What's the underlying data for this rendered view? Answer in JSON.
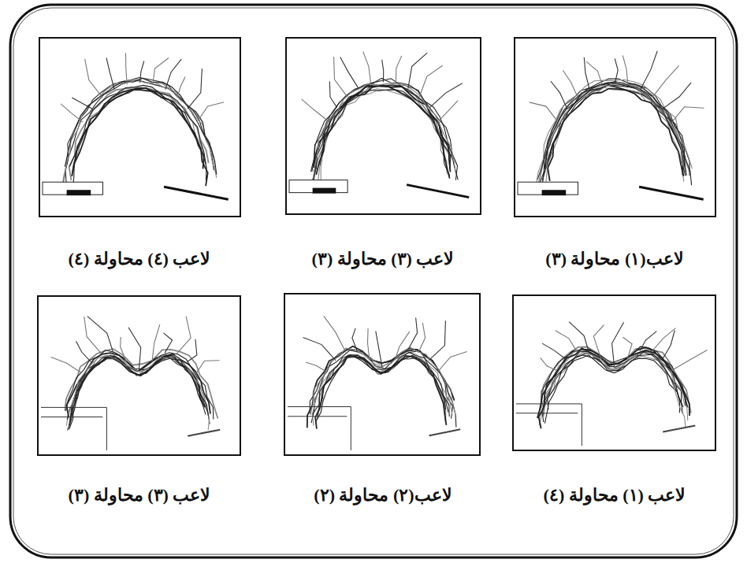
{
  "diagram": {
    "labels": [
      "لاعب(١) محاولة (٣)",
      "لاعب (٣) محاولة (٣)",
      "لاعب (٤) محاولة (٤)",
      "لاعب (١) محاولة (٤)",
      "لاعب(٢) محاولة (٢)",
      "لاعب (٣) محاولة (٣)"
    ]
  }
}
